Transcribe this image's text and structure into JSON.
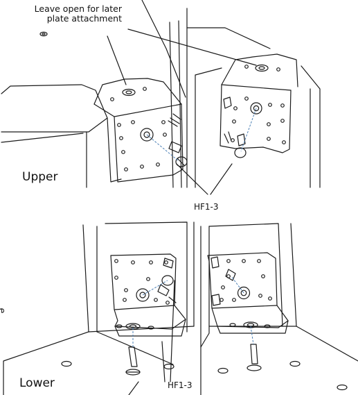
{
  "annotations": {
    "leave_open_line1": "Leave open for later",
    "leave_open_line2": "plate attachment",
    "upper_label": "Upper",
    "lower_label": "Lower",
    "hf_upper": "HF1-3",
    "hf_lower": "HF1-3",
    "edge_glyph": "e"
  },
  "colors": {
    "line": "#1a1a1a",
    "dash": "#4a7fb5",
    "fill": "#ffffff"
  }
}
